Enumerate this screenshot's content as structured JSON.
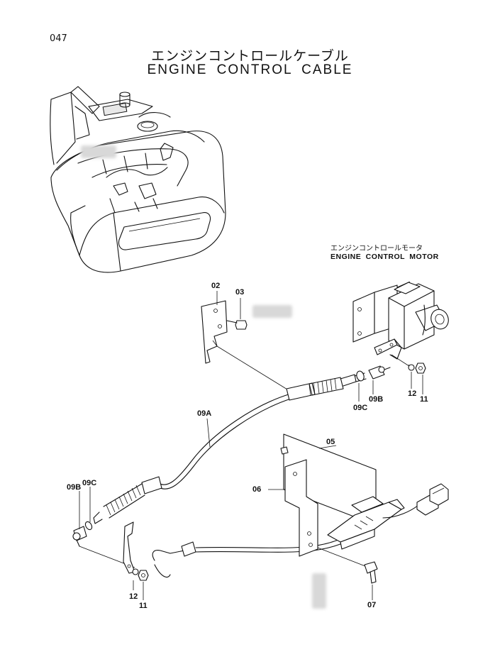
{
  "page_number": "047",
  "title": {
    "japanese": "エンジンコントロールケーブル",
    "english": "ENGINE CONTROL CABLE"
  },
  "motor_label": {
    "japanese": "エンジンコントロールモータ",
    "english": "ENGINE CONTROL MOTOR"
  },
  "callouts": {
    "c02": "02",
    "c03": "03",
    "c09c_top": "09C",
    "c09b_top": "09B",
    "c12_top": "12",
    "c11_top": "11",
    "c09a": "09A",
    "c05": "05",
    "c06": "06",
    "c09c_left": "09C",
    "c09b_left": "09B",
    "c12_bottom": "12",
    "c11_bottom": "11",
    "c07": "07"
  },
  "icons": [
    "machine-overview-illustration",
    "engine-control-motor-illustration",
    "control-cable-illustration",
    "bracket-illustration"
  ]
}
